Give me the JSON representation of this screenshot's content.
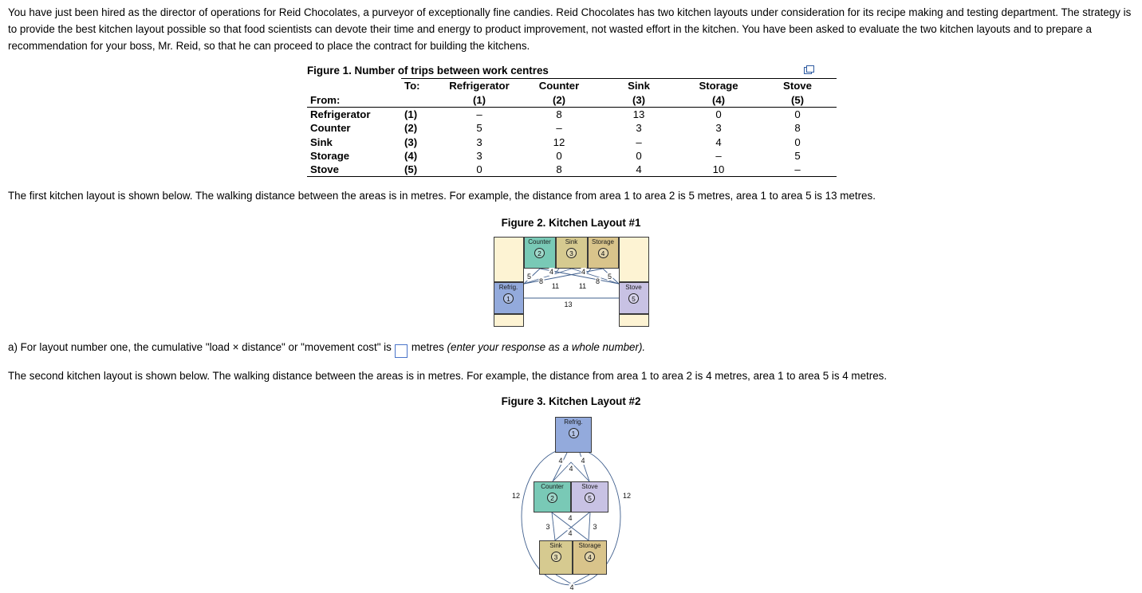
{
  "page": {
    "intro": "You have just been hired as the director of operations for Reid Chocolates, a purveyor of exceptionally fine candies. Reid Chocolates has two kitchen layouts under consideration for its recipe making and testing department. The strategy is to provide the best kitchen layout possible so that food scientists can devote their time and energy to product improvement, not wasted effort in the kitchen. You have been asked to evaluate the two kitchen layouts and to prepare a recommendation for your boss, Mr. Reid, so that he can proceed to place the contract for building the kitchens.",
    "para_layout1": "The first kitchen layout is shown below. The walking distance between the areas is in metres. For example, the distance from area 1 to area 2 is 5 metres, area 1 to area 5 is 13 metres.",
    "para_layout2": "The second kitchen layout is shown below. The walking distance between the areas is in metres. For example, the distance from area 1 to area 2 is 4 metres, area 1 to area 5 is 4 metres."
  },
  "figure1": {
    "title": "Figure 1. Number of trips between work centres",
    "table": {
      "to_label": "To:",
      "from_label": "From:",
      "columns": [
        {
          "name": "Refrigerator",
          "num": "(1)"
        },
        {
          "name": "Counter",
          "num": "(2)"
        },
        {
          "name": "Sink",
          "num": "(3)"
        },
        {
          "name": "Storage",
          "num": "(4)"
        },
        {
          "name": "Stove",
          "num": "(5)"
        }
      ],
      "rows": [
        {
          "name": "Refrigerator",
          "num": "(1)",
          "values": [
            "–",
            "8",
            "13",
            "0",
            "0"
          ]
        },
        {
          "name": "Counter",
          "num": "(2)",
          "values": [
            "5",
            "–",
            "3",
            "3",
            "8"
          ]
        },
        {
          "name": "Sink",
          "num": "(3)",
          "values": [
            "3",
            "12",
            "–",
            "4",
            "0"
          ]
        },
        {
          "name": "Storage",
          "num": "(4)",
          "values": [
            "3",
            "0",
            "0",
            "–",
            "5"
          ]
        },
        {
          "name": "Stove",
          "num": "(5)",
          "values": [
            "0",
            "8",
            "4",
            "10",
            "–"
          ]
        }
      ]
    }
  },
  "figure2": {
    "caption": "Figure 2. Kitchen Layout #1",
    "boxes": {
      "refrig": {
        "label": "Refrig.",
        "num": "1"
      },
      "counter": {
        "label": "Counter",
        "num": "2"
      },
      "sink": {
        "label": "Sink",
        "num": "3"
      },
      "storage": {
        "label": "Storage",
        "num": "4"
      },
      "stove": {
        "label": "Stove",
        "num": "5"
      }
    },
    "distances": {
      "d12": "5",
      "d13": "8",
      "d14": "11",
      "d15": "13",
      "d23": "4",
      "d25": "11",
      "d34": "4",
      "d35": "8",
      "d45": "5"
    }
  },
  "question_a": {
    "text_before": "a) For layout number one, the cumulative \"load × distance\" or \"movement cost\" is",
    "input_value": "",
    "text_after": "metres",
    "hint_italic": "(enter your response as a whole number)."
  },
  "figure3": {
    "caption": "Figure 3. Kitchen Layout #2",
    "boxes": {
      "refrig": {
        "label": "Refrig.",
        "num": "1"
      },
      "counter": {
        "label": "Counter",
        "num": "2"
      },
      "stove": {
        "label": "Stove",
        "num": "5"
      },
      "sink": {
        "label": "Sink",
        "num": "3"
      },
      "storage": {
        "label": "Storage",
        "num": "4"
      }
    },
    "distances": {
      "d12": "4",
      "d15": "4",
      "d25": "4",
      "d13": "12",
      "d14": "12",
      "d23": "3",
      "d45": "3",
      "d24": "4",
      "d35": "4",
      "d34": "4"
    }
  },
  "colors": {
    "refrigerator_box": "#93aadc",
    "counter_box": "#79c9b6",
    "sink_box": "#d6ca90",
    "storage_box": "#d9c48b",
    "stove_box": "#c8c2e4",
    "empty_area_box": "#fdf3d3",
    "diagram_line": "#41608e",
    "answer_box_border": "#4a74c9",
    "popout_icon": "#2d5aa0"
  }
}
